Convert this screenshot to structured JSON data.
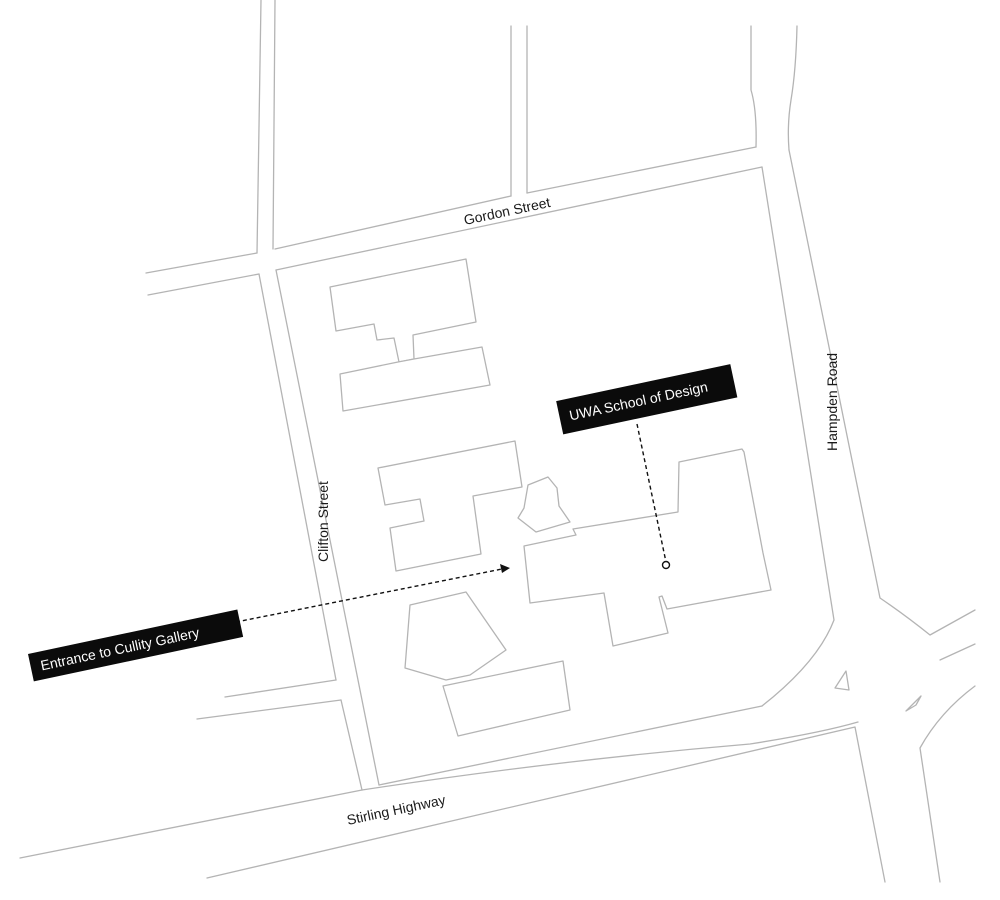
{
  "streets": {
    "gordon": "Gordon Street",
    "clifton": "Clifton Street",
    "hampden": "Hampden Road",
    "stirling": "Stirling Highway"
  },
  "callouts": {
    "school": "UWA School of Design",
    "entrance": "Entrance to Cullity Gallery"
  }
}
